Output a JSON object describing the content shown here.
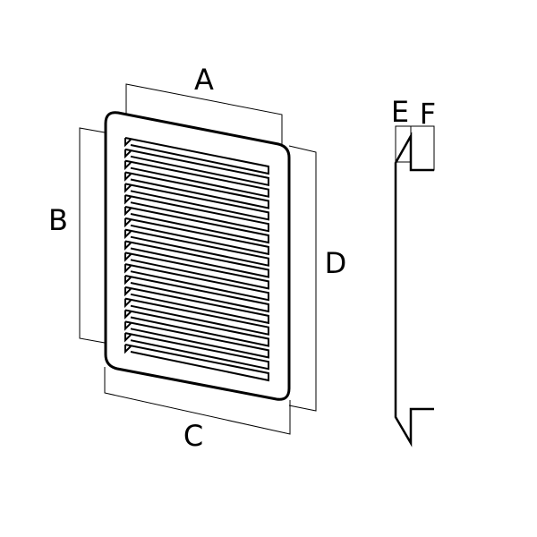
{
  "labels": {
    "a": "A",
    "b": "B",
    "c": "C",
    "d": "D",
    "e": "E",
    "f": "F"
  },
  "grille": {
    "slat_count": 19
  },
  "colors": {
    "line": "#000000",
    "background": "#ffffff"
  }
}
